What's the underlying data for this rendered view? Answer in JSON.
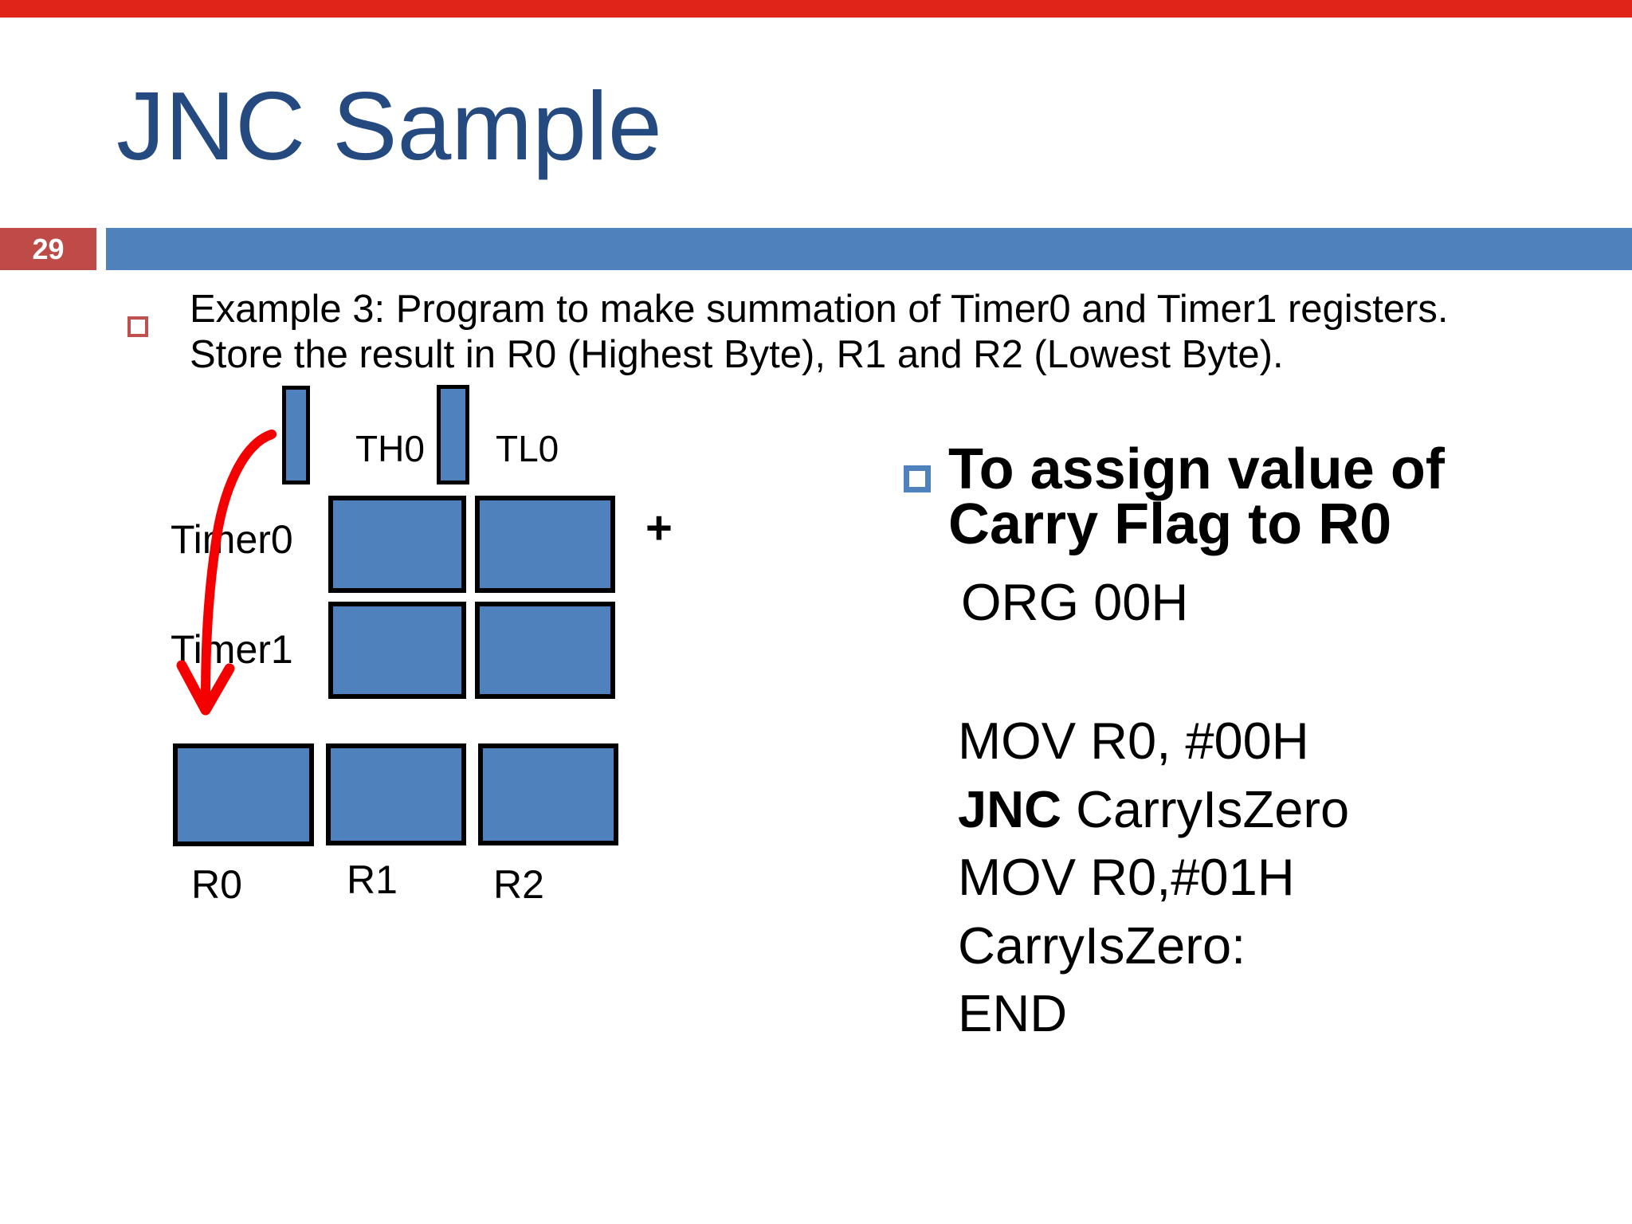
{
  "slide": {
    "title": "JNC Sample",
    "page_number": "29"
  },
  "example": {
    "line1": "Example 3: Program to make summation of Timer0 and Timer1 registers.",
    "line2": "Store the result in R0 (Highest Byte), R1 and R2 (Lowest Byte)."
  },
  "diagram": {
    "th0": "TH0",
    "tl0": "TL0",
    "timer0": "Timer0",
    "timer1": "Timer1",
    "plus": "+",
    "r0": "R0",
    "r1": "R1",
    "r2": "R2"
  },
  "code_panel": {
    "heading_line1": "To assign value of",
    "heading_line2": "Carry Flag to R0",
    "org": "ORG 00H",
    "mov1": "MOV R0, #00H",
    "jnc_keyword": "JNC",
    "jnc_operand": " CarryIsZero",
    "mov2": "MOV R0,#01H",
    "label_line": "CarryIsZero:",
    "end_line": "END"
  },
  "colors": {
    "accent_blue": "#4f81bd",
    "page_box_red": "#bf4b48",
    "title_navy": "#254a80",
    "arrow_red": "#f40000",
    "top_bar_red": "#e02419",
    "bullet_red": "#c0504d"
  }
}
